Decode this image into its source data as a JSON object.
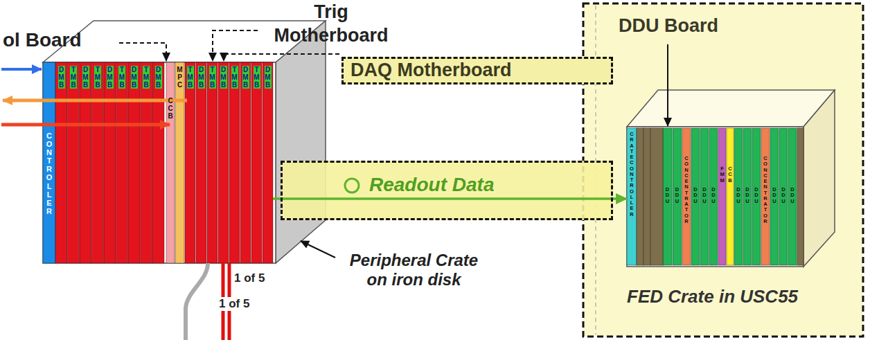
{
  "diagram": {
    "nodes": [
      {
        "text": [
          "Peripheral Crate on iron disk"
        ]
      },
      {
        "text": [
          "CONTROLLER"
        ],
        "in": 0
      },
      {
        "text": [
          "DMB"
        ],
        "in": 0
      },
      {
        "text": [
          "TMB"
        ],
        "in": 0
      },
      {
        "text": [
          "DMB"
        ],
        "in": 0
      },
      {
        "text": [
          "TMB"
        ],
        "in": 0
      },
      {
        "text": [
          "DMB"
        ],
        "in": 0
      },
      {
        "text": [
          "TMB"
        ],
        "in": 0
      },
      {
        "text": [
          "DMB"
        ],
        "in": 0
      },
      {
        "text": [
          "TMB"
        ],
        "in": 0
      },
      {
        "text": [
          "DMB"
        ],
        "in": 0
      },
      {
        "text": [
          "CCB"
        ],
        "in": 0
      },
      {
        "text": [
          "MPC"
        ],
        "in": 0
      },
      {
        "text": [
          "TMB"
        ],
        "in": 0
      },
      {
        "text": [
          "DMB"
        ],
        "in": 0
      },
      {
        "text": [
          "TMB"
        ],
        "in": 0
      },
      {
        "text": [
          "DMB"
        ],
        "in": 0
      },
      {
        "text": [
          "TMB"
        ],
        "in": 0
      },
      {
        "text": [
          "DMB"
        ],
        "in": 0
      },
      {
        "text": [
          "TMB"
        ],
        "in": 0
      },
      {
        "text": [
          "DMB"
        ],
        "in": 0
      },
      {
        "text": [
          "DAQ Motherboard"
        ]
      },
      {
        "text": [
          "Readout Data"
        ]
      },
      {
        "text": [
          "FED Crate in USC55"
        ]
      },
      {
        "text": [
          "CRATE CONTROLLER"
        ],
        "in": 23
      },
      {
        "text": [
          "DDU"
        ],
        "in": 23
      },
      {
        "text": [
          "DDU"
        ],
        "in": 23
      },
      {
        "text": [
          "CONCENTRATOR"
        ],
        "in": 23
      },
      {
        "text": [
          "DDU"
        ],
        "in": 23
      },
      {
        "text": [
          "DDU"
        ],
        "in": 23
      },
      {
        "text": [
          "DDU"
        ],
        "in": 23
      },
      {
        "text": [
          "FMM"
        ],
        "in": 23
      },
      {
        "text": [
          "CCB"
        ],
        "in": 23
      },
      {
        "text": [
          "DDU"
        ],
        "in": 23
      },
      {
        "text": [
          "DDU"
        ],
        "in": 23
      },
      {
        "text": [
          "DDU"
        ],
        "in": 23
      },
      {
        "text": [
          "CONCENTRATOR"
        ],
        "in": 23
      },
      {
        "text": [
          "DDU"
        ],
        "in": 23
      },
      {
        "text": [
          "DDU"
        ],
        "in": 23
      },
      {
        "text": [
          "DDU"
        ],
        "in": 23
      }
    ],
    "edges": [
      {
        "from": 20,
        "to": 23,
        "arrow": "to"
      }
    ],
    "labels": [
      "ol Board",
      "Trig Motherboard",
      "DDU Board",
      "1 of 5",
      "1 of 5"
    ]
  }
}
